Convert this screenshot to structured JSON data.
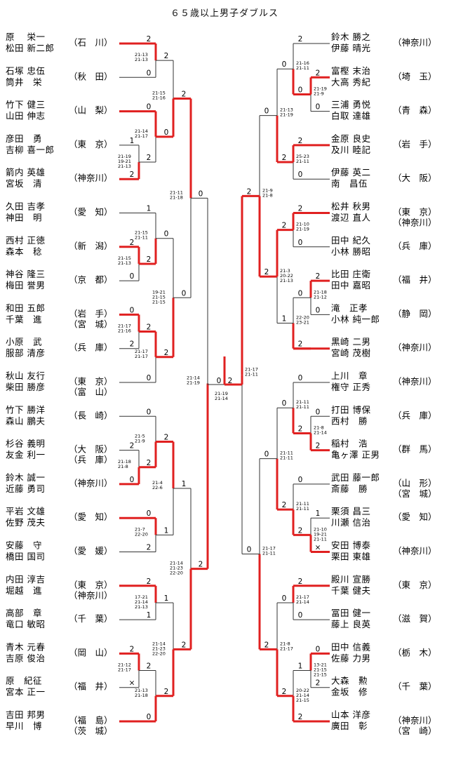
{
  "title": "６５歳以上男子ダブルス",
  "left": [
    {
      "p1": "原　 栄一",
      "p2": "松田 新二郎",
      "pref": "（石　川）"
    },
    {
      "p1": "石塚 忠伍",
      "p2": "筒井　栄",
      "pref": "（秋　田）"
    },
    {
      "p1": "竹下 健三",
      "p2": "山田 伸志",
      "pref": "（山　梨）"
    },
    {
      "p1": "彦田　勇",
      "p2": "吉柳 喜一郎",
      "pref": "（東　京）"
    },
    {
      "p1": "箭内 英雄",
      "p2": "宮坂　清",
      "pref": "（神奈川）"
    },
    {
      "p1": "久田 吉孝",
      "p2": "神田　明",
      "pref": "（愛　知）"
    },
    {
      "p1": "西村 正徳",
      "p2": "森本　稔",
      "pref": "（新　潟）"
    },
    {
      "p1": "神谷 隆三",
      "p2": "梅田 誉男",
      "pref": "（京　都）"
    },
    {
      "p1": "和田 五郎",
      "p2": "千葉　進",
      "pref": "（岩　手）",
      "pref2": "（宮　城）"
    },
    {
      "p1": "小原　武",
      "p2": "服部 清彦",
      "pref": "（兵　庫）"
    },
    {
      "p1": "秋山 友行",
      "p2": "柴田 勝彦",
      "pref": "（東　京）",
      "pref2": "（富　山）"
    },
    {
      "p1": "竹下 勝洋",
      "p2": "森山 鵬夫",
      "pref": "（長　崎）"
    },
    {
      "p1": "杉谷 義明",
      "p2": "友金 利一",
      "pref": "（大　阪）",
      "pref2": "（兵　庫）"
    },
    {
      "p1": "鈴木 誠一",
      "p2": "近藤 勇司",
      "pref": "（神奈川）"
    },
    {
      "p1": "平岩 文雄",
      "p2": "佐野 茂夫",
      "pref": "（愛　知）"
    },
    {
      "p1": "安藤　守",
      "p2": "橋田 国司",
      "pref": "（愛　媛）"
    },
    {
      "p1": "内田 淳吉",
      "p2": "堀越　進",
      "pref": "（東　京）",
      "pref2": "（神奈川）"
    },
    {
      "p1": "高部　章",
      "p2": "竜口 敏昭",
      "pref": "（千　葉）"
    },
    {
      "p1": "青木 元春",
      "p2": "吉原 俊治",
      "pref": "（岡　山）"
    },
    {
      "p1": "原　紀征",
      "p2": "宮本 正一",
      "pref": "（福　井）"
    },
    {
      "p1": "吉田 邦男",
      "p2": "早川　博",
      "pref": "（福　島）",
      "pref2": "（茨　城）"
    }
  ],
  "right": [
    {
      "p1": "鈴木 勝之",
      "p2": "伊藤 晴光",
      "pref": "（神奈川）"
    },
    {
      "p1": "富樫 末治",
      "p2": "大高 秀紀",
      "pref": "（埼　玉）"
    },
    {
      "p1": "三浦 勇悦",
      "p2": "白取 達雄",
      "pref": "（青　森）"
    },
    {
      "p1": "金原 良史",
      "p2": "及川 睦記",
      "pref": "（岩　手）"
    },
    {
      "p1": "伊藤 英二",
      "p2": "南　昌伍",
      "pref": "（大　阪）"
    },
    {
      "p1": "松井 秋男",
      "p2": "渡辺 直人",
      "pref": "（東　京）",
      "pref2": "（神奈川）"
    },
    {
      "p1": "田中 紀久",
      "p2": "小林 勝昭",
      "pref": "（兵　庫）"
    },
    {
      "p1": "比田 庄衛",
      "p2": "田中 嘉昭",
      "pref": "（福　井）"
    },
    {
      "p1": "滝　正孝",
      "p2": "小林 純一郎",
      "pref": "（静　岡）"
    },
    {
      "p1": "黒崎 二男",
      "p2": "宮崎 茂樹",
      "pref": "（神奈川）"
    },
    {
      "p1": "上川　章",
      "p2": "権守 正秀",
      "pref": "（神奈川）"
    },
    {
      "p1": "打田 博保",
      "p2": "西村　勝",
      "pref": "（兵　庫）"
    },
    {
      "p1": "稲村　浩",
      "p2": "亀ヶ澤 正男",
      "pref": "（群　馬）"
    },
    {
      "p1": "武田 藤一郎",
      "p2": "斎藤　勝",
      "pref": "（山　形）",
      "pref2": "（宮　城）"
    },
    {
      "p1": "栗須 昌三",
      "p2": "川瀬 信治",
      "pref": "（愛　知）"
    },
    {
      "p1": "安田 博泰",
      "p2": "栗田 東雄",
      "pref": "（神奈川）"
    },
    {
      "p1": "殿川 宣勝",
      "p2": "千葉 健夫",
      "pref": "（東　京）"
    },
    {
      "p1": "冨田 健一",
      "p2": "藤上 良英",
      "pref": "（滋　賀）"
    },
    {
      "p1": "田中 信義",
      "p2": "佐藤 力男",
      "pref": "（栃　木）"
    },
    {
      "p1": "大森　勲",
      "p2": "金坂　修",
      "pref": "（千　葉）"
    },
    {
      "p1": "山本 洋彦",
      "p2": "廣田　彰",
      "pref": "（神奈川）",
      "pref2": "（宮　崎）"
    }
  ],
  "left_results": [
    {
      "id": "L1",
      "s": "2",
      "l": "0",
      "m": [
        "21-13",
        "21-13"
      ]
    },
    {
      "id": "L2",
      "s": "0",
      "l": "2",
      "m": [
        "21-14",
        "21-17"
      ]
    },
    {
      "id": "L3",
      "s": "1",
      "l": "2",
      "m": [
        "21-19",
        "19-21",
        "21-13"
      ]
    },
    {
      "id": "L4",
      "s": "2",
      "l": "0",
      "m": [
        "21-15",
        "21-16"
      ]
    },
    {
      "id": "L5",
      "s": "1",
      "l": "2",
      "m": [
        "21-15",
        "21-11"
      ]
    },
    {
      "id": "L6",
      "s": "2",
      "l": "0",
      "m": [
        "21-15",
        "21-13"
      ]
    },
    {
      "id": "L7",
      "s": "0",
      "l": "2",
      "m": [
        "21-17",
        "21-16"
      ]
    },
    {
      "id": "L8",
      "s": "2",
      "l": "0",
      "m": [
        "21-17",
        "21-17"
      ]
    },
    {
      "id": "L9",
      "s": "0",
      "l": "2",
      "m": [
        "19-21",
        "21-15",
        "21-15"
      ]
    },
    {
      "id": "L10",
      "s": "2",
      "l": "0",
      "m": [
        "21-11",
        "21-18"
      ]
    },
    {
      "id": "L11",
      "s": "0",
      "l": "2",
      "m": [
        "21-5",
        "21-9"
      ]
    },
    {
      "id": "L12",
      "s": "2",
      "l": "0",
      "m": [
        "21-18",
        "21-8"
      ]
    },
    {
      "id": "L13",
      "s": "0",
      "l": "2",
      "m": [
        "21-7",
        "22-20"
      ]
    },
    {
      "id": "L14",
      "s": "2",
      "l": "1",
      "m": [
        "21-4",
        "22-6"
      ]
    },
    {
      "id": "L15",
      "s": "2",
      "l": "1",
      "m": [
        "17-21",
        "21-14",
        "21-13"
      ]
    },
    {
      "id": "L16",
      "s": "2",
      "l": "×",
      "m": [
        "21-12",
        "21-17"
      ]
    },
    {
      "id": "L17",
      "s": "2",
      "l": "0",
      "m": [
        "21-13",
        "21-18"
      ]
    },
    {
      "id": "L18",
      "s": "1",
      "l": "2",
      "m": [
        "21-14",
        "21-23",
        "22-20"
      ]
    },
    {
      "id": "L19",
      "s": "0",
      "l": "2",
      "m": [
        "21-14",
        "21-19"
      ]
    }
  ],
  "right_results": [
    {
      "id": "R1",
      "s": "2",
      "l": "0",
      "m": [
        "21-16",
        "21-11"
      ]
    },
    {
      "id": "R2",
      "s": "2",
      "l": "0",
      "m": [
        "21-19",
        "21-9"
      ]
    },
    {
      "id": "R3",
      "s": "0",
      "l": "2",
      "m": [
        "21-13",
        "21-19"
      ]
    },
    {
      "id": "R4",
      "s": "2",
      "l": "0",
      "m": [
        "25-23",
        "21-11"
      ]
    },
    {
      "id": "R5",
      "s": "2",
      "l": "0",
      "m": [
        "21-10",
        "21-19"
      ]
    },
    {
      "id": "R6",
      "s": "2",
      "l": "0",
      "m": [
        "21-18",
        "21-12"
      ]
    },
    {
      "id": "R7",
      "s": "0",
      "l": "2",
      "m": [
        "22-20",
        "23-21"
      ]
    },
    {
      "id": "R8",
      "s": "2",
      "l": "1",
      "m": [
        "21-3",
        "20-22",
        "21-13"
      ]
    },
    {
      "id": "R9",
      "s": "0",
      "l": "2",
      "m": [
        "21-9",
        "21-8"
      ]
    },
    {
      "id": "R10",
      "s": "0",
      "l": "2",
      "m": [
        "21-8",
        "21-14"
      ]
    },
    {
      "id": "R11",
      "s": "0",
      "l": "2",
      "m": [
        "21-11",
        "21-11"
      ]
    },
    {
      "id": "R12",
      "s": "1",
      "l": "×",
      "m": [
        "21-10",
        "19-21",
        "21-11"
      ]
    },
    {
      "id": "R13",
      "s": "0",
      "l": "2",
      "m": [
        "21-11",
        "21-11"
      ]
    },
    {
      "id": "R14",
      "s": "2",
      "l": "0",
      "m": [
        "21-17",
        "21-14"
      ]
    },
    {
      "id": "R15",
      "s": "0",
      "l": "2",
      "m": [
        "13-21",
        "21-15",
        "21-15"
      ]
    },
    {
      "id": "R16",
      "s": "1",
      "l": "2",
      "m": [
        "20-22",
        "21-14",
        "21-15"
      ]
    },
    {
      "id": "R17",
      "s": "0",
      "l": "2",
      "m": [
        "21-8",
        "21-17"
      ]
    },
    {
      "id": "R18",
      "s": "0",
      "l": "2",
      "m": [
        "21-17",
        "21-11"
      ]
    },
    {
      "id": "R19",
      "s": "2",
      "l": "0",
      "m": [
        "21-17",
        "21-11"
      ]
    }
  ],
  "final": {
    "left_score": "0",
    "right_score": "2",
    "m": [
      "21-19",
      "21-14"
    ]
  }
}
